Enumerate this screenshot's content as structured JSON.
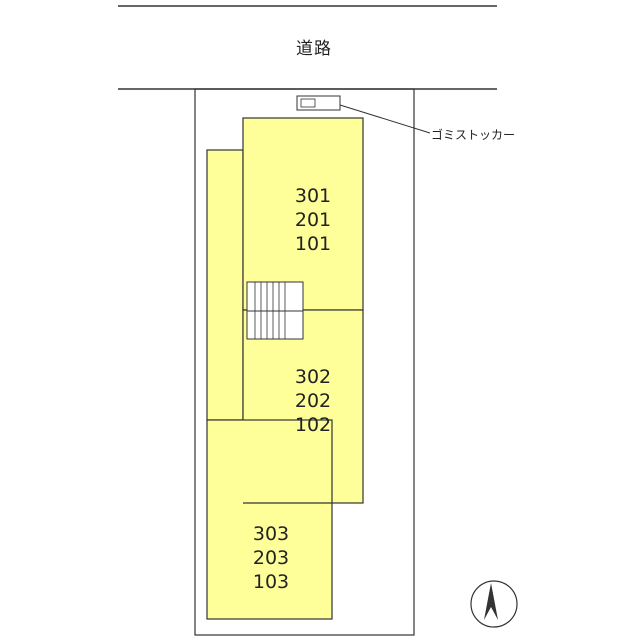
{
  "road": {
    "label": "道路"
  },
  "garbage": {
    "label": "ゴミストッカー"
  },
  "units": {
    "a": [
      "301",
      "201",
      "101"
    ],
    "b": [
      "302",
      "202",
      "102"
    ],
    "c": [
      "303",
      "203",
      "103"
    ]
  },
  "colors": {
    "building": "#ffff99",
    "outline": "#333333"
  },
  "compass": {
    "icon": "north-arrow-icon"
  }
}
